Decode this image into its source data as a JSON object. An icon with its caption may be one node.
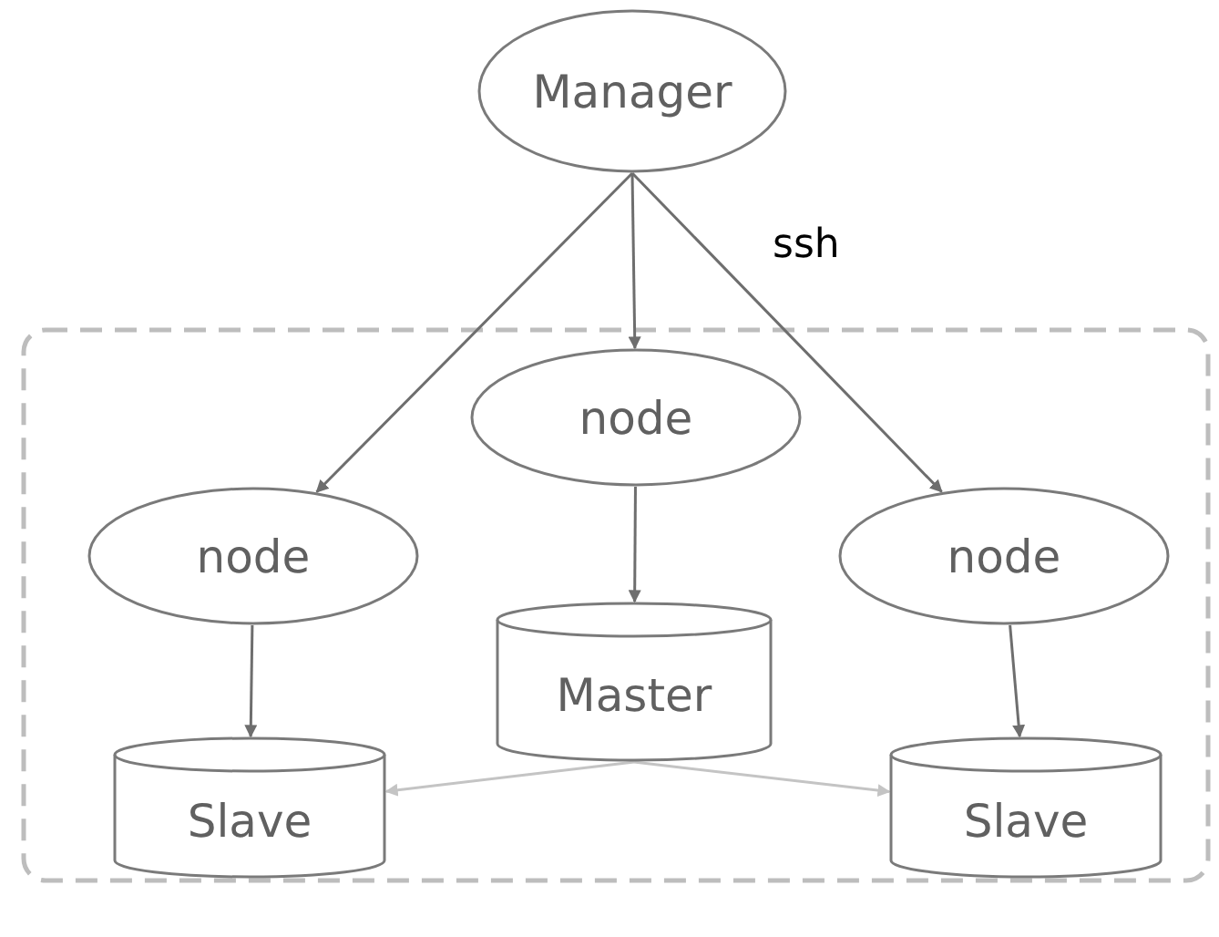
{
  "diagram": {
    "nodes": [
      {
        "text": [
          "Manager"
        ]
      },
      {
        "text": [
          "node"
        ]
      },
      {
        "text": [
          "node"
        ]
      },
      {
        "text": [
          "node"
        ]
      },
      {
        "text": [
          "Master"
        ]
      },
      {
        "text": [
          "Slave"
        ]
      },
      {
        "text": [
          "Slave"
        ]
      }
    ],
    "edges": [
      {
        "from": 0,
        "to": 2,
        "arrow": "to"
      },
      {
        "from": 0,
        "to": 1,
        "arrow": "to"
      },
      {
        "from": 0,
        "to": 3,
        "arrow": "to"
      },
      {
        "from": 1,
        "to": 4,
        "arrow": "to"
      },
      {
        "from": 2,
        "to": 5,
        "arrow": "to"
      },
      {
        "from": 3,
        "to": 6,
        "arrow": "to"
      },
      {
        "from": 4,
        "to": 5,
        "arrow": "to",
        "color": "#c4c4c4"
      },
      {
        "from": 4,
        "to": 6,
        "arrow": "to",
        "color": "#c4c4c4"
      }
    ],
    "labels": [
      "ssh"
    ]
  }
}
